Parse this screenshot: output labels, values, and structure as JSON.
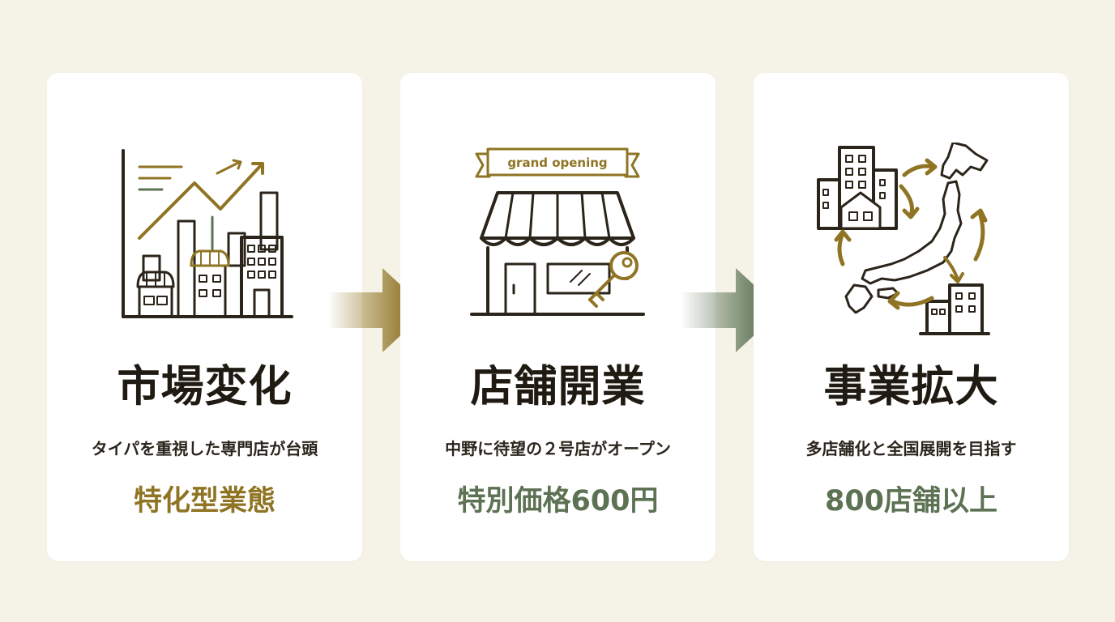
{
  "steps": [
    {
      "title": "市場変化",
      "subtitle": "タイパを重視した専門店が台頭",
      "highlight": "特化型業態"
    },
    {
      "title": "店舗開業",
      "subtitle": "中野に待望の２号店がオープン",
      "highlight": "特別価格600円",
      "sign_text": "grand opening"
    },
    {
      "title": "事業拡大",
      "subtitle": "多店舗化と全国展開を目指す",
      "highlight": "800店舗以上"
    }
  ],
  "colors": {
    "background": "#f5f2e8",
    "card": "#ffffff",
    "ink": "#1f1a12",
    "gold": "#8f7423",
    "green": "#5c7253"
  }
}
